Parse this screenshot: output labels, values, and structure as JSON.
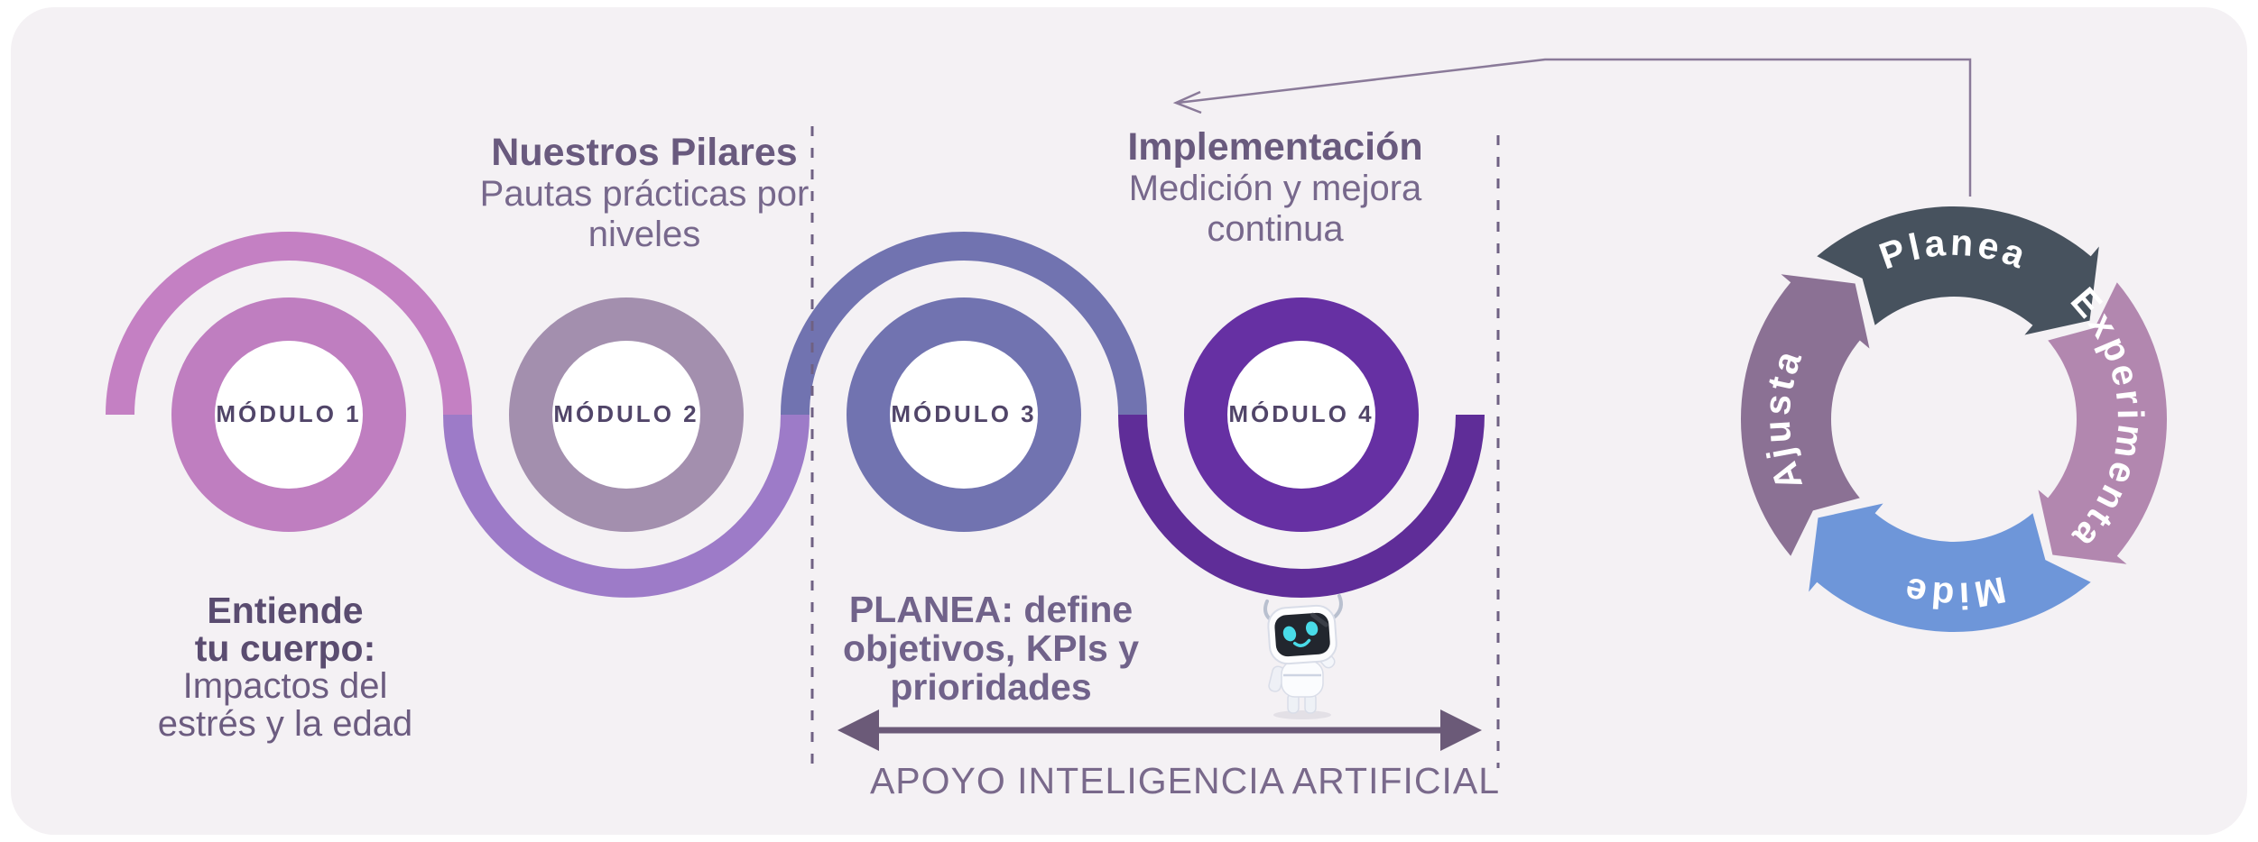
{
  "page": {
    "bg": "#ffffff",
    "card_bg": "#f4f1f4"
  },
  "modules": [
    {
      "label": "MÓDULO 1",
      "ring_color": "#bf7ec0",
      "arc_color": "#c480c3"
    },
    {
      "label": "MÓDULO 2",
      "ring_color": "#a38fae",
      "arc_color": "#9d7bc8"
    },
    {
      "label": "MÓDULO 3",
      "ring_color": "#7173b0",
      "arc_color": "#7173b0"
    },
    {
      "label": "MÓDULO 4",
      "ring_color": "#6630a3",
      "arc_color": "#5f2d98"
    }
  ],
  "annotations": {
    "pilares": {
      "title": "Nuestros Pilares",
      "subtitle_lines": [
        "Pautas prácticas por",
        "niveles"
      ]
    },
    "implementacion": {
      "title": "Implementación",
      "subtitle_lines": [
        "Medición y mejora",
        "continua"
      ]
    },
    "entiende": {
      "title_lines": [
        "Entiende",
        "tu cuerpo:"
      ],
      "subtitle_lines": [
        "Impactos del",
        "estrés y la edad"
      ]
    },
    "planea": {
      "title_lines": [
        "PLANEA: define",
        "objetivos, KPIs y",
        "prioridades"
      ]
    }
  },
  "ai_support": {
    "label": "APOYO INTELIGENCIA ARTIFICIAL"
  },
  "cycle": {
    "steps": [
      {
        "label": "Planea",
        "color": "#47525e"
      },
      {
        "label": "Experimenta",
        "color": "#b287af"
      },
      {
        "label": "Mide",
        "color": "#6e96d9"
      },
      {
        "label": "Ajusta",
        "color": "#8b7194"
      }
    ]
  },
  "mascot": {
    "icon": "robot-mascot-icon"
  }
}
